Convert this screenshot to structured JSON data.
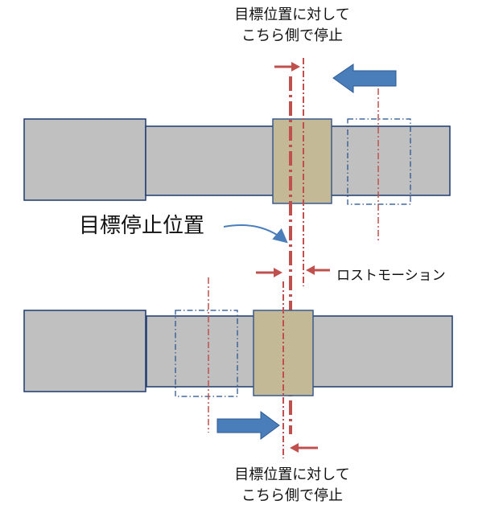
{
  "labels": {
    "top_caption_line1": "目標位置に対して",
    "top_caption_line2": "こちら側で停止",
    "bottom_caption_line1": "目標位置に対して",
    "bottom_caption_line2": "こちら側で停止",
    "target_stop_position": "目標停止位置",
    "lost_motion": "ロストモーション"
  },
  "colors": {
    "shaft_fill": "#c0c0c0",
    "shaft_stroke": "#1f3a6e",
    "block_fill": "#c4b996",
    "block_stroke": "#3b5a8a",
    "red_line": "#c0504d",
    "blue_arrow": "#4a7ebb",
    "blue_arrow_stroke": "#2e5a92",
    "dash_box": "#1f4e8c",
    "pointer_line": "#4a7ebb"
  }
}
